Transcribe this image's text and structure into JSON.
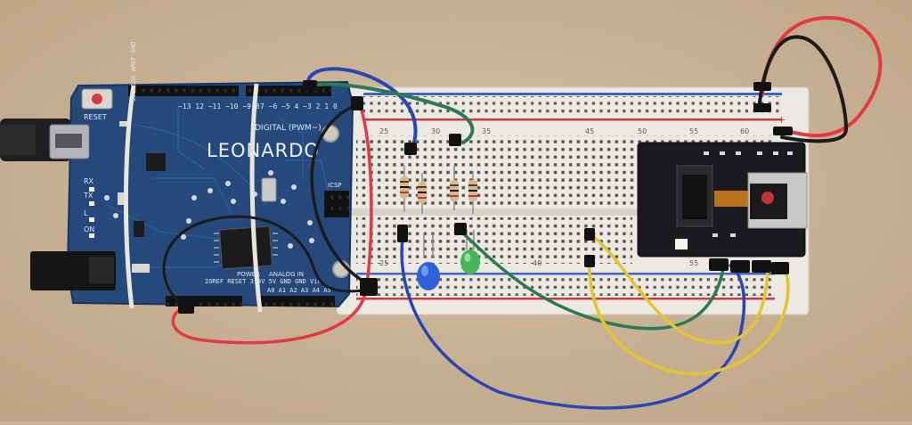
{
  "arduino": {
    "brand": "LEONARDO",
    "reset_label": "RESET",
    "left_pin_labels": "SCL SDA AREF GND",
    "digital_pins": "~13 12 ~11 ~10 ~9 8",
    "digital_label": "DIGITAL (PWM~)",
    "digital_pins_right": "7 ~6 ~5 4 ~3 2 1 0",
    "icsp_label": "ICSP",
    "rx_label": "RX",
    "tx_label": "TX",
    "l_label": "L",
    "on_label": "ON",
    "power_label": "POWER",
    "analog_label": "ANALOG IN",
    "power_pins": "IOREF RESET 3.3V 5V GND GND Vin",
    "analog_pins": "A0 A1 A2 A3 A4 A5"
  },
  "breadboard": {
    "col_25_top": "25",
    "col_30": "30",
    "col_35": "35",
    "col_45": "45",
    "col_50": "50",
    "col_55": "55",
    "col_60": "60",
    "col_25_bottom": "25",
    "col_40": "40",
    "col_55_bottom": "55",
    "plus_sign": "+"
  },
  "colors": {
    "table": "#c9b394",
    "board_blue": "#24497a",
    "breadboard": "#ece9e2",
    "wire_red": "#e23a45",
    "wire_black": "#1b1b1b",
    "wire_blue": "#2a45b5",
    "wire_green": "#2c7a55",
    "wire_yellow": "#e3c530",
    "led_blue": "#2f62d8",
    "led_green": "#43b85a",
    "camera_pcb": "#1a1a1e"
  }
}
